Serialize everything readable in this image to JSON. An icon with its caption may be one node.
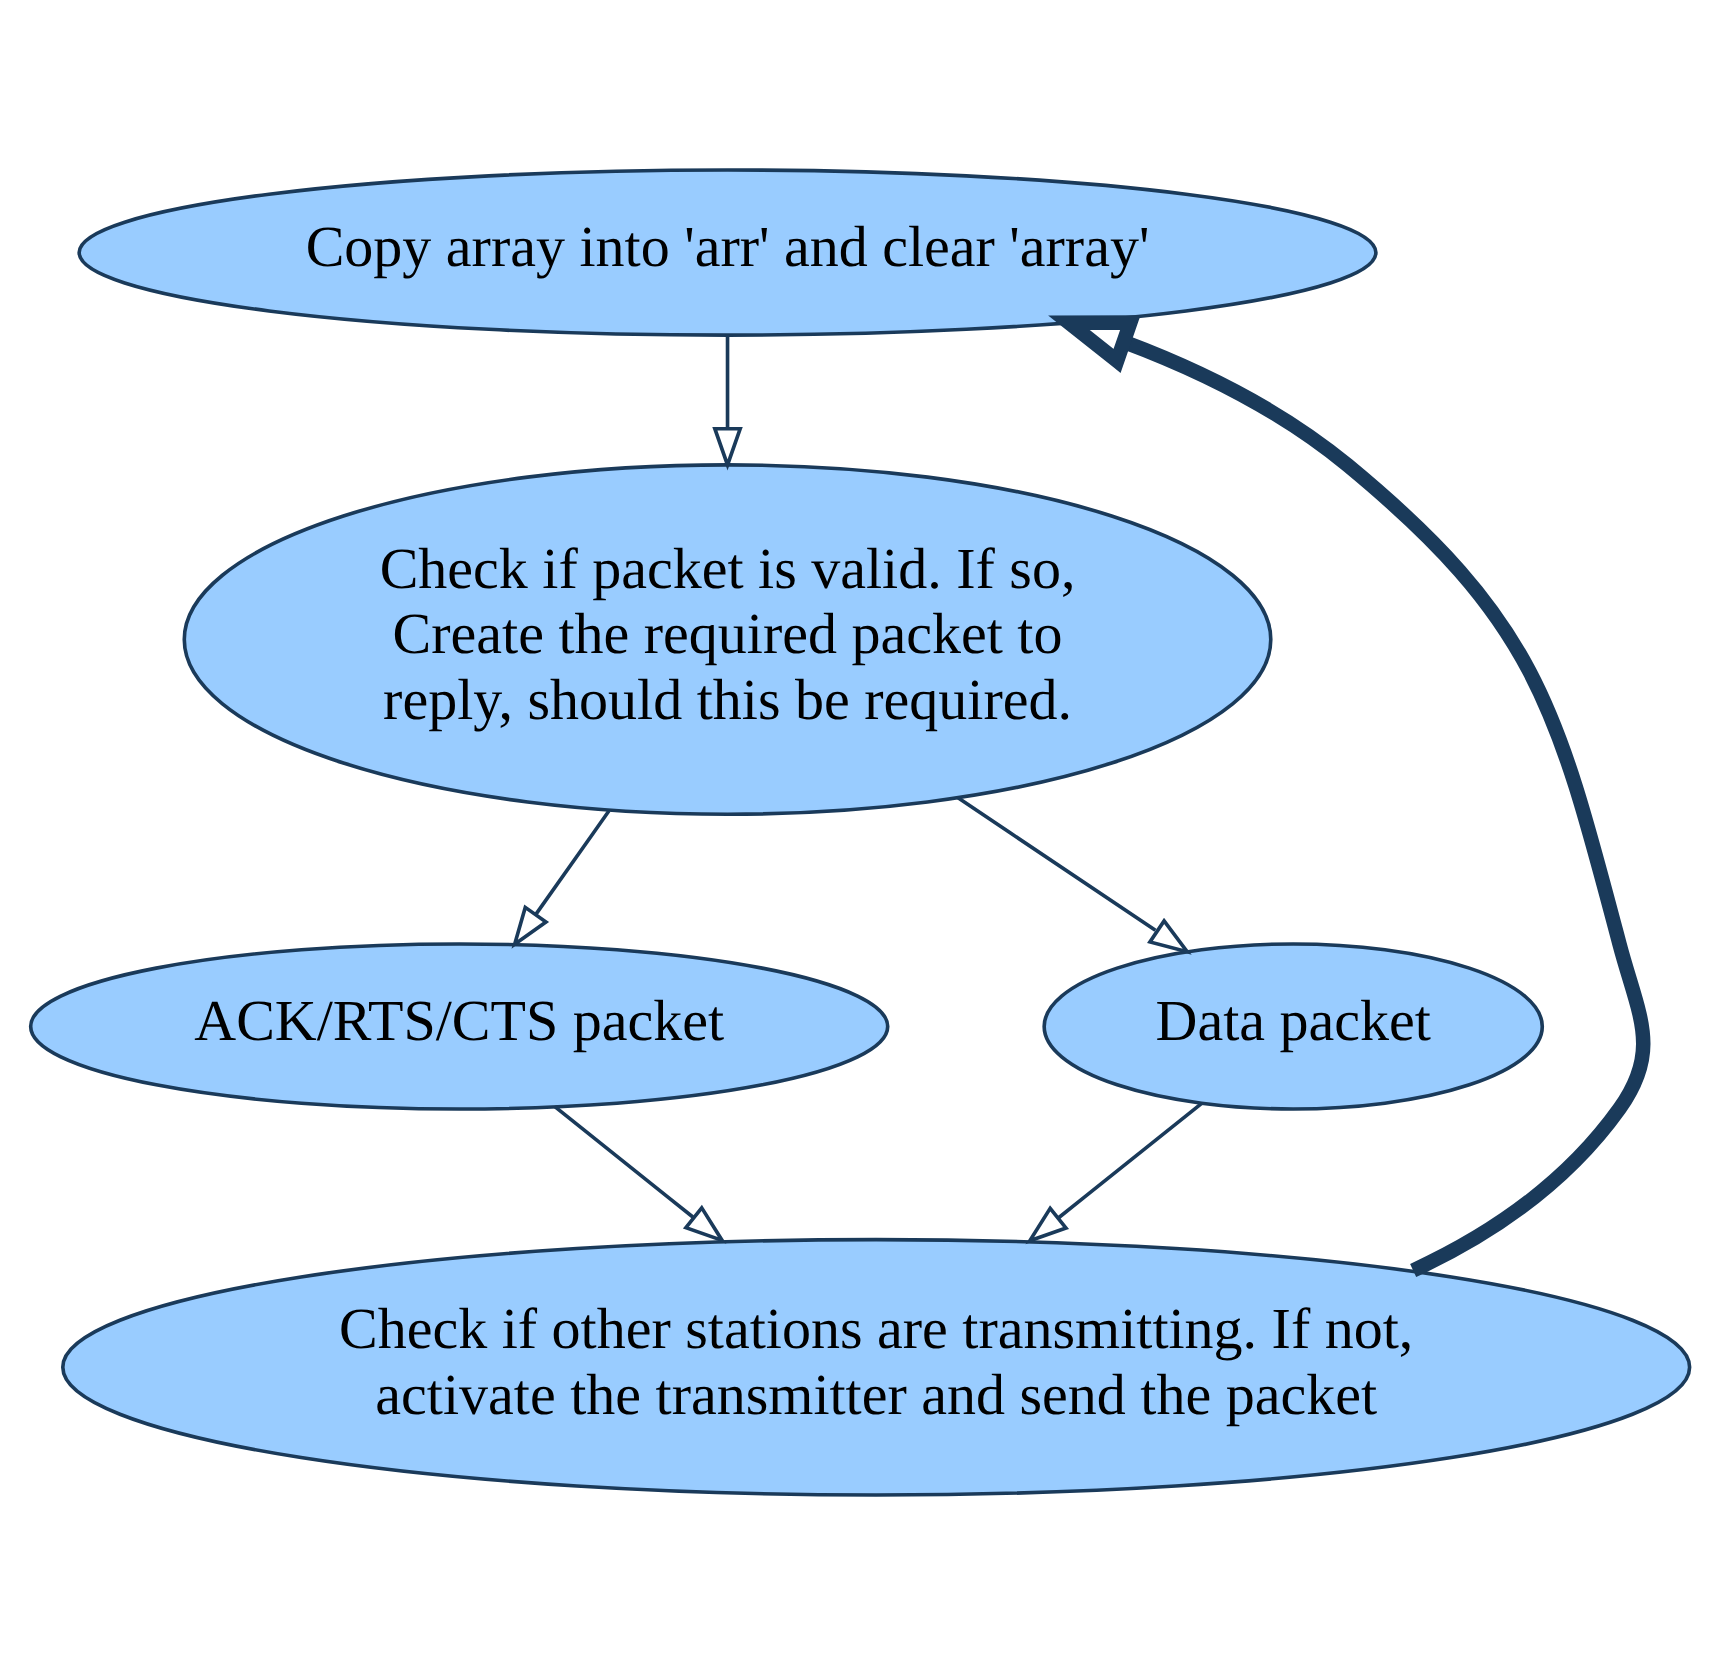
{
  "diagram": {
    "nodes": [
      {
        "text": [
          "Copy array into 'arr' and clear 'array'"
        ]
      },
      {
        "text": [
          "Check if packet is valid. If so, Create the required packet to reply, should this be required."
        ]
      },
      {
        "text": [
          "ACK/RTS/CTS packet"
        ]
      },
      {
        "text": [
          "Data packet"
        ]
      },
      {
        "text": [
          "Check if other stations are transmitting. If not, activate the transmitter and send the packet"
        ]
      }
    ],
    "edges": [
      {
        "from": 0,
        "to": 1,
        "arrow": "to"
      },
      {
        "from": 1,
        "to": 2,
        "arrow": "to"
      },
      {
        "from": 1,
        "to": 3,
        "arrow": "to"
      },
      {
        "from": 2,
        "to": 4,
        "arrow": "to"
      },
      {
        "from": 3,
        "to": 4,
        "arrow": "to"
      },
      {
        "from": 4,
        "to": 0,
        "arrow": "to",
        "style": "thick"
      }
    ]
  }
}
